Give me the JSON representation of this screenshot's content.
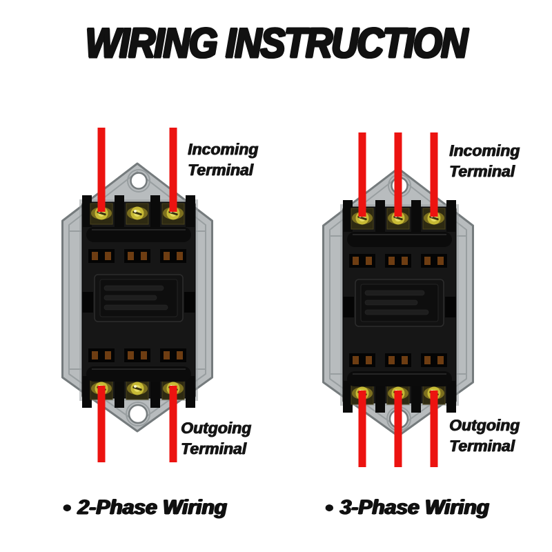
{
  "title": "WIRING INSTRUCTION",
  "labels": {
    "incoming_line1": "Incoming",
    "incoming_line2": "Terminal",
    "outgoing_line1": "Outgoing",
    "outgoing_line2": "Terminal",
    "bullet": "●"
  },
  "device": {
    "terminals_per_row": 3,
    "rows": 2
  },
  "diagrams": [
    {
      "name": "2-Phase Wiring",
      "phases": 2,
      "incoming_terminals": [
        1,
        3
      ],
      "outgoing_terminals": [
        1,
        3
      ]
    },
    {
      "name": "3-Phase Wiring",
      "phases": 3,
      "incoming_terminals": [
        1,
        2,
        3
      ],
      "outgoing_terminals": [
        1,
        2,
        3
      ]
    }
  ],
  "colors": {
    "background": "#ffffff",
    "wire_red": "#ec1310",
    "plate_gray": "#b8bcbe",
    "plate_outline": "#757b7d",
    "plate_line": "#989ea0",
    "block_black": "#161616",
    "block_shadow": "#9aa0a2",
    "screw_brass": "#c7ba35",
    "screw_brass_light": "#e6dd63",
    "contact_brown": "#6e3d12",
    "text_black": "#111111"
  }
}
